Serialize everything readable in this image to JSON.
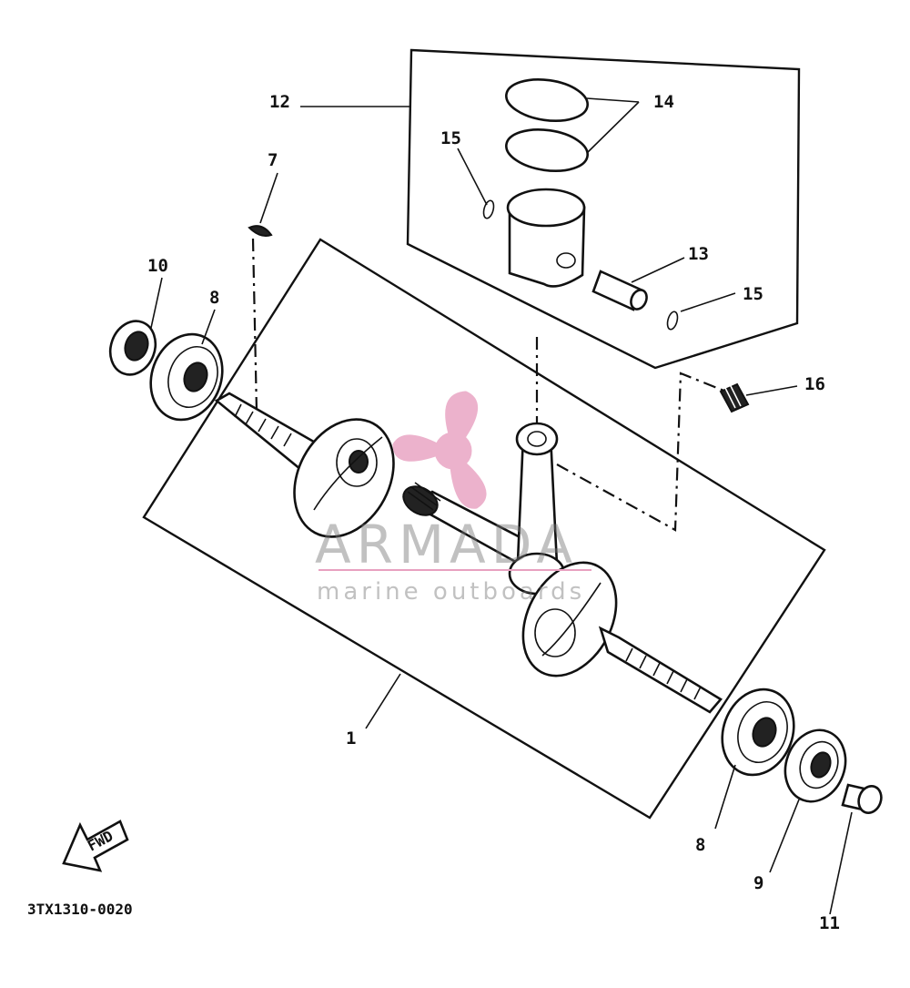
{
  "diagram": {
    "code": "3TX1310-0020",
    "fwd": "FWD",
    "labels": {
      "p1": "1",
      "p7": "7",
      "p8a": "8",
      "p8b": "8",
      "p9": "9",
      "p10": "10",
      "p11": "11",
      "p12": "12",
      "p13": "13",
      "p14": "14",
      "p15a": "15",
      "p15b": "15",
      "p16": "16"
    }
  },
  "watermark": {
    "brand": "ARMADA",
    "tagline": "marine outboards",
    "accent_color": "#e8a0c0"
  }
}
